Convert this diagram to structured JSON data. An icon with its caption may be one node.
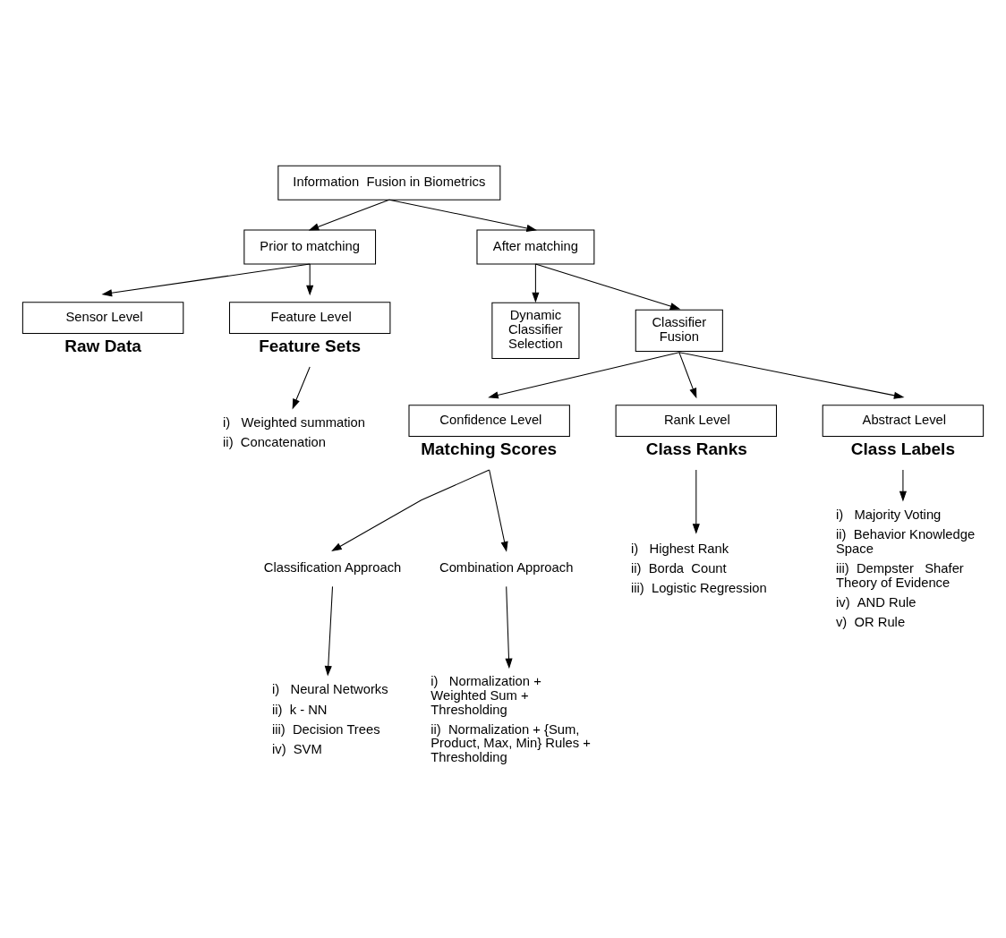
{
  "diagram": {
    "nodes": [
      {
        "text": [
          "Information  Fusion in Biometrics"
        ]
      },
      {
        "text": [
          "Prior to matching"
        ]
      },
      {
        "text": [
          "After matching"
        ]
      },
      {
        "text": [
          "Sensor Level"
        ],
        "beside": [
          "Raw Data"
        ]
      },
      {
        "text": [
          "Feature Level"
        ],
        "beside": [
          "Feature Sets"
        ]
      },
      {
        "text": [
          "i)   Weighted summation",
          "ii)  Concatenation"
        ]
      },
      {
        "text": [
          "Dynamic Classifier Selection"
        ]
      },
      {
        "text": [
          "Classifier Fusion"
        ]
      },
      {
        "text": [
          "Confidence Level"
        ],
        "beside": [
          "Matching Scores"
        ]
      },
      {
        "text": [
          "Rank Level"
        ],
        "beside": [
          "Class Ranks"
        ]
      },
      {
        "text": [
          "Abstract Level"
        ],
        "beside": [
          "Class Labels"
        ]
      },
      {
        "text": [
          "Classification Approach"
        ]
      },
      {
        "text": [
          "Combination Approach"
        ]
      },
      {
        "text": [
          "i)   Neural Networks",
          "ii)  k - NN",
          "iii)  Decision Trees",
          "iv)  SVM"
        ]
      },
      {
        "text": [
          "i)   Normalization + Weighted Sum + Thresholding",
          "ii)  Normalization + {Sum, Product, Max, Min} Rules + Thresholding"
        ]
      },
      {
        "text": [
          "i)   Highest Rank",
          "ii)  Borda  Count",
          "iii)  Logistic Regression"
        ]
      },
      {
        "text": [
          "i)   Majority Voting",
          "ii)  Behavior Knowledge Space",
          "iii)  Dempster   Shafer Theory of Evidence",
          "iv)  AND Rule",
          "v)  OR Rule"
        ]
      }
    ],
    "edges": [
      {
        "from": 0,
        "to": 1,
        "arrow": "to"
      },
      {
        "from": 0,
        "to": 2,
        "arrow": "to"
      },
      {
        "from": 1,
        "to": 3,
        "arrow": "to"
      },
      {
        "from": 1,
        "to": 4,
        "arrow": "to"
      },
      {
        "from": 4,
        "to": 5,
        "arrow": "to"
      },
      {
        "from": 2,
        "to": 6,
        "arrow": "to"
      },
      {
        "from": 2,
        "to": 7,
        "arrow": "to"
      },
      {
        "from": 7,
        "to": 8,
        "arrow": "to"
      },
      {
        "from": 7,
        "to": 9,
        "arrow": "to"
      },
      {
        "from": 7,
        "to": 10,
        "arrow": "to"
      },
      {
        "from": 8,
        "to": 11,
        "arrow": "to"
      },
      {
        "from": 8,
        "to": 12,
        "arrow": "to"
      },
      {
        "from": 11,
        "to": 13,
        "arrow": "to"
      },
      {
        "from": 12,
        "to": 14,
        "arrow": "to"
      },
      {
        "from": 9,
        "to": 15,
        "arrow": "to"
      },
      {
        "from": 10,
        "to": 16,
        "arrow": "to"
      }
    ]
  }
}
